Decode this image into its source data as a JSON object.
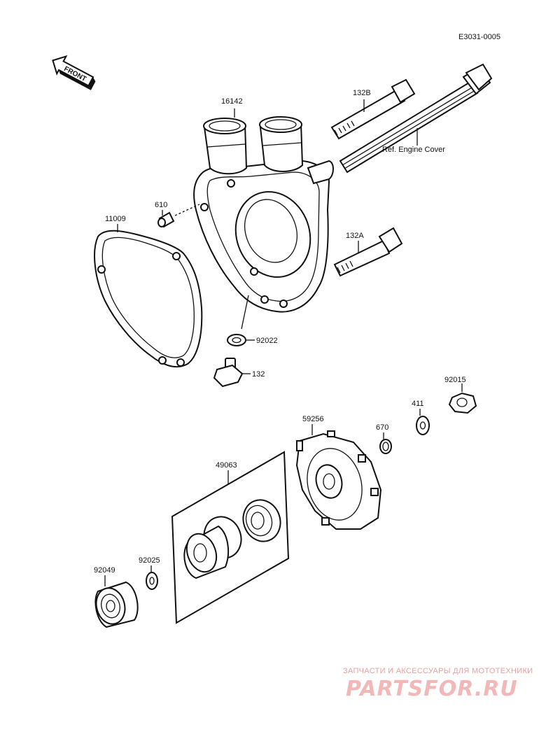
{
  "diagram_code": "E3031-0005",
  "front_label": "FRONT",
  "parts": {
    "p16142": "16142",
    "p132B": "132B",
    "ref_engine_cover": "Ref. Engine Cover",
    "p610": "610",
    "p11009": "11009",
    "p132A": "132A",
    "p92022": "92022",
    "p132": "132",
    "p92015": "92015",
    "p411": "411",
    "p670": "670",
    "p59256": "59256",
    "p49063": "49063",
    "p92025": "92025",
    "p92049": "92049"
  },
  "watermark": {
    "tagline": "ЗАПЧАСТИ И АКСЕССУАРЫ ДЛЯ МОТОТЕХНИКИ",
    "brand": "PARTSFOR.RU"
  }
}
